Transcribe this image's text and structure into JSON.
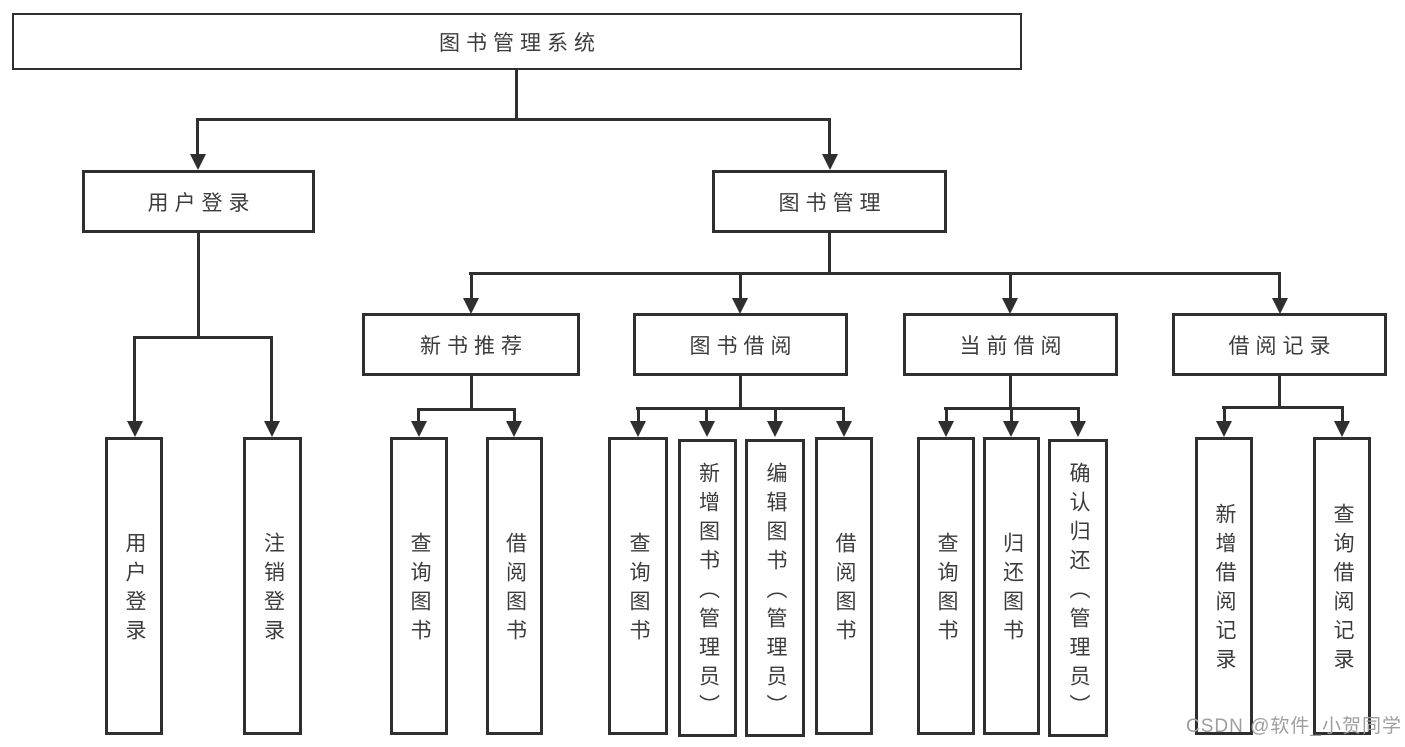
{
  "diagram": {
    "type": "hierarchy-tree",
    "colors": {
      "line": "#2f2f2f",
      "text": "#3c3c3c",
      "background": "#ffffff",
      "watermark": "#9e9e9e"
    },
    "watermark": "CSDN @软件_小贺同学",
    "nodes": {
      "root": {
        "label": "图书管理系统"
      },
      "user_login": {
        "label": "用户登录"
      },
      "book_mgmt": {
        "label": "图书管理"
      },
      "new_book_rec": {
        "label": "新书推荐"
      },
      "book_borrow": {
        "label": "图书借阅"
      },
      "current_borrow": {
        "label": "当前借阅"
      },
      "borrow_records": {
        "label": "借阅记录"
      },
      "leaf_user_login": {
        "label": "用户登录"
      },
      "leaf_logout": {
        "label": "注销登录"
      },
      "leaf_nb_query": {
        "label": "查询图书"
      },
      "leaf_nb_borrow": {
        "label": "借阅图书"
      },
      "leaf_bb_query": {
        "label": "查询图书"
      },
      "leaf_bb_add": {
        "label": "新增图书（管理员）"
      },
      "leaf_bb_edit": {
        "label": "编辑图书（管理员）"
      },
      "leaf_bb_borrow": {
        "label": "借阅图书"
      },
      "leaf_cb_query": {
        "label": "查询图书"
      },
      "leaf_cb_return": {
        "label": "归还图书"
      },
      "leaf_cb_confirm": {
        "label": "确认归还（管理员）"
      },
      "leaf_br_add": {
        "label": "新增借阅记录"
      },
      "leaf_br_query": {
        "label": "查询借阅记录"
      }
    },
    "hierarchy": {
      "root": "图书管理系统",
      "children": [
        {
          "label": "用户登录",
          "children": [
            "用户登录",
            "注销登录"
          ]
        },
        {
          "label": "图书管理",
          "children": [
            {
              "label": "新书推荐",
              "children": [
                "查询图书",
                "借阅图书"
              ]
            },
            {
              "label": "图书借阅",
              "children": [
                "查询图书",
                "新增图书（管理员）",
                "编辑图书（管理员）",
                "借阅图书"
              ]
            },
            {
              "label": "当前借阅",
              "children": [
                "查询图书",
                "归还图书",
                "确认归还（管理员）"
              ]
            },
            {
              "label": "借阅记录",
              "children": [
                "新增借阅记录",
                "查询借阅记录"
              ]
            }
          ]
        }
      ]
    }
  }
}
